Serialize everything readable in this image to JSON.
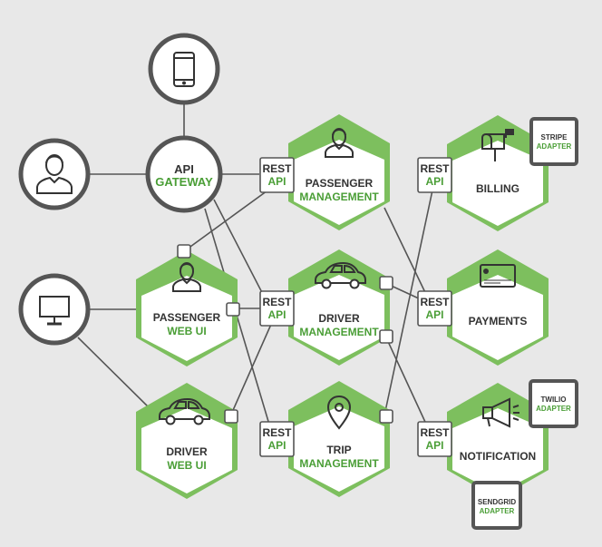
{
  "colors": {
    "background": "#e8e8e8",
    "green_light": "#7dbf5e",
    "green_border": "#73b957",
    "green_text": "#4a9e36",
    "dark": "#333333",
    "line": "#555555",
    "white": "#ffffff"
  },
  "gateway": {
    "line1": "API",
    "line2": "GATEWAY"
  },
  "clients": [
    {
      "name": "mobile-client",
      "icon": "smartphone-icon"
    },
    {
      "name": "user-client",
      "icon": "person-icon"
    },
    {
      "name": "desktop-client",
      "icon": "monitor-icon"
    }
  ],
  "services": [
    {
      "id": "passenger-management",
      "line1": "PASSENGER",
      "line2": "MANAGEMENT",
      "icon": "person-icon"
    },
    {
      "id": "billing",
      "line1": "BILLING",
      "line2": "",
      "icon": "mailbox-icon"
    },
    {
      "id": "passenger-web-ui",
      "line1": "PASSENGER",
      "line2": "WEB UI",
      "icon": "person-icon"
    },
    {
      "id": "driver-management",
      "line1": "DRIVER",
      "line2": "MANAGEMENT",
      "icon": "car-icon"
    },
    {
      "id": "payments",
      "line1": "PAYMENTS",
      "line2": "",
      "icon": "credit-card-icon"
    },
    {
      "id": "driver-web-ui",
      "line1": "DRIVER",
      "line2": "WEB UI",
      "icon": "car-icon"
    },
    {
      "id": "trip-management",
      "line1": "TRIP",
      "line2": "MANAGEMENT",
      "icon": "location-pin-icon"
    },
    {
      "id": "notification",
      "line1": "NOTIFICATION",
      "line2": "",
      "icon": "megaphone-icon"
    }
  ],
  "rest_api": {
    "line1": "REST",
    "line2": "API"
  },
  "adapters": [
    {
      "id": "stripe",
      "line1": "STRIPE",
      "line2": "ADAPTER"
    },
    {
      "id": "twilio",
      "line1": "TWILIO",
      "line2": "ADAPTER"
    },
    {
      "id": "sendgrid",
      "line1": "SENDGRID",
      "line2": "ADAPTER"
    }
  ]
}
